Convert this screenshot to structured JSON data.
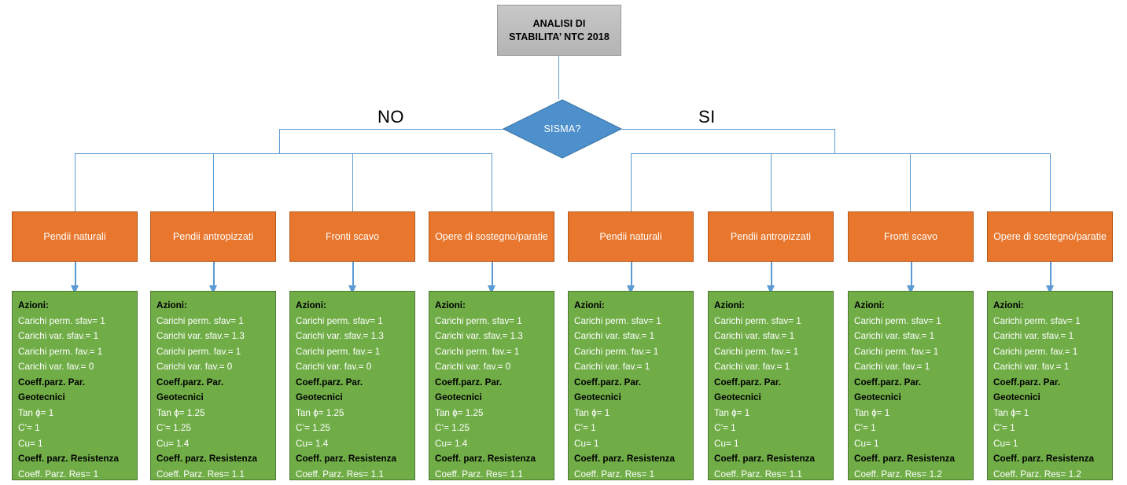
{
  "title_box": {
    "line1": "ANALISI DI",
    "line2": "STABILITA’ NTC 2018"
  },
  "decision": {
    "label": "SISMA?",
    "branch_no": "NO",
    "branch_si": "SI"
  },
  "colors": {
    "title_box": "#BFBFBF",
    "diamond": "#4E90CB",
    "category": "#E8762C",
    "detail": "#70AD47",
    "connector": "#5B9BD5"
  },
  "categories": [
    {
      "id": "no-pendii-naturali",
      "label": "Pendii naturali"
    },
    {
      "id": "no-pendii-antropizzati",
      "label": "Pendii antropizzati"
    },
    {
      "id": "no-fronti-scavo",
      "label": "Fronti scavo"
    },
    {
      "id": "no-opere-sostegno",
      "label": "Opere di sostegno/paratie"
    },
    {
      "id": "si-pendii-naturali",
      "label": "Pendii naturali"
    },
    {
      "id": "si-pendii-antropizzati",
      "label": "Pendii antropizzati"
    },
    {
      "id": "si-fronti-scavo",
      "label": "Fronti scavo"
    },
    {
      "id": "si-opere-sostegno",
      "label": "Opere di sostegno/paratie"
    }
  ],
  "details": [
    {
      "id": "detail-no-pendii-naturali",
      "azioni_header": "Azioni:",
      "carichi_perm_sfav": "Carichi perm. sfav= 1",
      "carichi_var_sfav": "Carichi var. sfav.= 1",
      "carichi_perm_fav": "Carichi perm. fav.= 1",
      "carichi_var_fav": "Carichi var. fav.= 0",
      "geo_header_1": "Coeff.parz. Par.",
      "geo_header_2": "Geotecnici",
      "tan_phi": "Tan ϕ= 1",
      "c_prime": "C’= 1",
      "cu": "Cu= 1",
      "res_header": "Coeff. parz. Resistenza",
      "res_value": "Coeff. Parz. Res= 1"
    },
    {
      "id": "detail-no-pendii-antropizzati",
      "azioni_header": "Azioni:",
      "carichi_perm_sfav": "Carichi perm. sfav= 1",
      "carichi_var_sfav": "Carichi var. sfav.= 1.3",
      "carichi_perm_fav": "Carichi perm. fav.= 1",
      "carichi_var_fav": "Carichi var. fav.= 0",
      "geo_header_1": "Coeff.parz. Par.",
      "geo_header_2": "Geotecnici",
      "tan_phi": "Tan ϕ= 1.25",
      "c_prime": "C’= 1.25",
      "cu": "Cu= 1.4",
      "res_header": "Coeff. parz. Resistenza",
      "res_value": "Coeff. Parz. Res= 1.1"
    },
    {
      "id": "detail-no-fronti-scavo",
      "azioni_header": "Azioni:",
      "carichi_perm_sfav": "Carichi perm. sfav= 1",
      "carichi_var_sfav": "Carichi var. sfav.= 1.3",
      "carichi_perm_fav": "Carichi perm. fav.= 1",
      "carichi_var_fav": "Carichi var. fav.= 0",
      "geo_header_1": "Coeff.parz. Par.",
      "geo_header_2": "Geotecnici",
      "tan_phi": "Tan ϕ= 1.25",
      "c_prime": "C’= 1.25",
      "cu": "Cu= 1.4",
      "res_header": "Coeff. parz. Resistenza",
      "res_value": "Coeff. Parz. Res= 1.1"
    },
    {
      "id": "detail-no-opere-sostegno",
      "azioni_header": "Azioni:",
      "carichi_perm_sfav": "Carichi perm. sfav= 1",
      "carichi_var_sfav": "Carichi var. sfav.= 1.3",
      "carichi_perm_fav": "Carichi perm. fav.= 1",
      "carichi_var_fav": "Carichi var. fav.= 0",
      "geo_header_1": "Coeff.parz. Par.",
      "geo_header_2": "Geotecnici",
      "tan_phi": "Tan ϕ= 1.25",
      "c_prime": "C’= 1.25",
      "cu": "Cu= 1.4",
      "res_header": "Coeff. parz. Resistenza",
      "res_value": "Coeff. Parz. Res= 1.1"
    },
    {
      "id": "detail-si-pendii-naturali",
      "azioni_header": "Azioni:",
      "carichi_perm_sfav": "Carichi perm. sfav= 1",
      "carichi_var_sfav": "Carichi var. sfav.= 1",
      "carichi_perm_fav": "Carichi perm. fav.= 1",
      "carichi_var_fav": "Carichi var. fav.= 1",
      "geo_header_1": "Coeff.parz. Par.",
      "geo_header_2": "Geotecnici",
      "tan_phi": "Tan ϕ= 1",
      "c_prime": "C’= 1",
      "cu": "Cu= 1",
      "res_header": "Coeff. parz. Resistenza",
      "res_value": "Coeff. Parz. Res= 1"
    },
    {
      "id": "detail-si-pendii-antropizzati",
      "azioni_header": "Azioni:",
      "carichi_perm_sfav": "Carichi perm. sfav= 1",
      "carichi_var_sfav": "Carichi var. sfav.= 1",
      "carichi_perm_fav": "Carichi perm. fav.= 1",
      "carichi_var_fav": "Carichi var. fav.= 1",
      "geo_header_1": "Coeff.parz. Par.",
      "geo_header_2": "Geotecnici",
      "tan_phi": "Tan ϕ= 1",
      "c_prime": "C’= 1",
      "cu": "Cu= 1",
      "res_header": "Coeff. parz. Resistenza",
      "res_value": "Coeff. Parz. Res= 1.1"
    },
    {
      "id": "detail-si-fronti-scavo",
      "azioni_header": "Azioni:",
      "carichi_perm_sfav": "Carichi perm. sfav= 1",
      "carichi_var_sfav": "Carichi var. sfav.= 1",
      "carichi_perm_fav": "Carichi perm. fav.= 1",
      "carichi_var_fav": "Carichi var. fav.= 1",
      "geo_header_1": "Coeff.parz. Par.",
      "geo_header_2": "Geotecnici",
      "tan_phi": "Tan ϕ= 1",
      "c_prime": "C’= 1",
      "cu": "Cu= 1",
      "res_header": "Coeff. parz. Resistenza",
      "res_value": "Coeff. Parz. Res= 1.2"
    },
    {
      "id": "detail-si-opere-sostegno",
      "azioni_header": "Azioni:",
      "carichi_perm_sfav": "Carichi perm. sfav= 1",
      "carichi_var_sfav": "Carichi var. sfav.= 1",
      "carichi_perm_fav": "Carichi perm. fav.= 1",
      "carichi_var_fav": "Carichi var. fav.= 1",
      "geo_header_1": "Coeff.parz. Par.",
      "geo_header_2": "Geotecnici",
      "tan_phi": "Tan ϕ= 1",
      "c_prime": "C’= 1",
      "cu": "Cu= 1",
      "res_header": "Coeff. parz. Resistenza",
      "res_value": "Coeff. Parz. Res= 1.2"
    }
  ]
}
